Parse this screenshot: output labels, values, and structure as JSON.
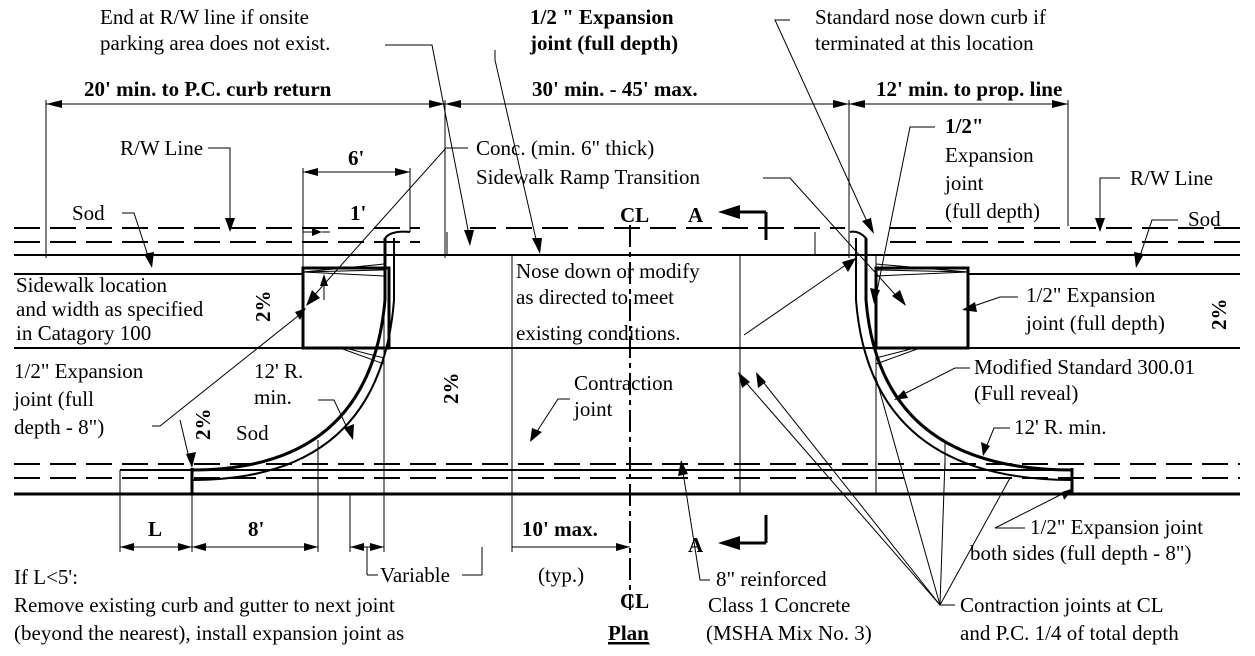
{
  "notes": {
    "end_rw_1": "End at R/W line if onsite",
    "end_rw_2": "parking area does not exist.",
    "exp_top_1": "1/2 \" Expansion",
    "exp_top_2": "joint (full depth)",
    "nose_std_1": "Standard nose down curb if",
    "nose_std_2": "terminated at this location",
    "exp_right_1": "1/2\"",
    "exp_right_2": "Expansion",
    "exp_right_3": "joint",
    "exp_right_4": "(full depth)",
    "rw_left": "R/W Line",
    "rw_right": "R/W Line",
    "sod_top_left": "Sod",
    "sod_top_right": "Sod",
    "sod_lower_left": "Sod",
    "conc_1": "Conc. (min. 6\" thick)",
    "conc_2": "Sidewalk Ramp Transition",
    "cl_top": "CL",
    "cl_bottom": "CL",
    "section_a_top": "A",
    "section_a_bottom": "A",
    "sidewalk_1": "Sidewalk location",
    "sidewalk_2": "and width as specified",
    "sidewalk_3": "in Catagory 100",
    "nose_mod_1": "Nose down or modify",
    "nose_mod_2": "as directed to meet",
    "nose_mod_3": "existing conditions.",
    "exp_sw_right_1": "1/2\" Expansion",
    "exp_sw_right_2": "joint (full depth)",
    "exp_left_1": "1/2\" Expansion",
    "exp_left_2": "joint (full",
    "exp_left_3": "depth - 8\")",
    "radius_left_1": "12' R.",
    "radius_left_2": "min.",
    "radius_right": "12' R. min.",
    "contraction_1": "Contraction",
    "contraction_2": "joint",
    "mod_std_1": "Modified Standard 300.01",
    "mod_std_2": "(Full reveal)",
    "exp_both_1": "1/2\" Expansion joint",
    "exp_both_2": "both sides (full depth - 8\")",
    "if_l_1": "If L<5':",
    "if_l_2": "Remove existing curb and gutter to next joint",
    "if_l_3": "(beyond the nearest), install expansion joint as",
    "reinforced_1": "8\" reinforced",
    "reinforced_2": "Class 1 Concrete",
    "reinforced_3": "(MSHA Mix No. 3)",
    "contraction_cl_1": "Contraction joints at CL",
    "contraction_cl_2": "and P.C. 1/4 of total depth",
    "plan": "Plan",
    "slope": "2%"
  },
  "dimensions": {
    "pc_curb": "20' min. to P.C. curb return",
    "width_range": "30' min. - 45' max.",
    "prop_line": "12' min. to prop. line",
    "six_ft": "6'",
    "one_ft": "1'",
    "l": "L",
    "eight_ft": "8'",
    "variable": "Variable",
    "ten_max": "10' max.",
    "typ": "(typ.)"
  }
}
